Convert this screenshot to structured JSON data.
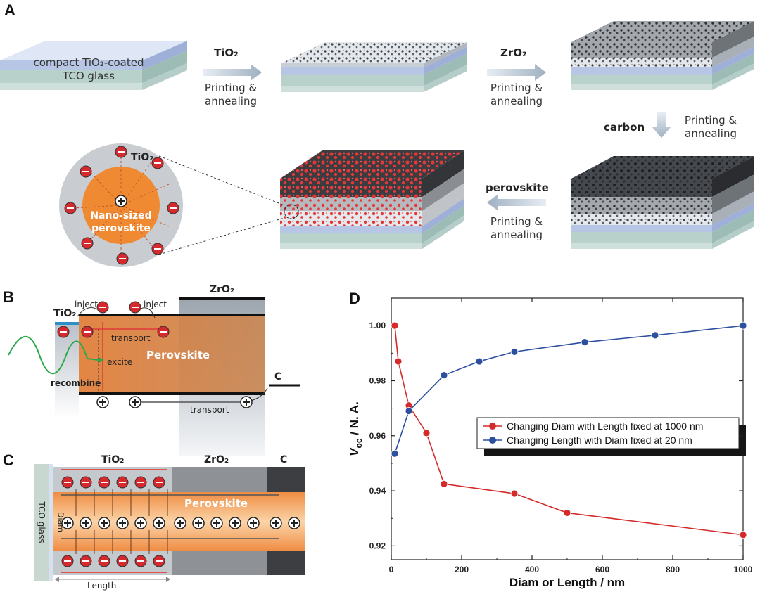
{
  "panel_a": {
    "letter": "A",
    "glass_label_line1": "compact TiO₂-coated",
    "glass_label_line2": "TCO glass",
    "step1_material": "TiO₂",
    "step1_process": [
      "Printing &",
      "annealing"
    ],
    "step2_material": "ZrO₂",
    "step2_process": [
      "Printing &",
      "annealing"
    ],
    "step3_material": "carbon",
    "step3_process": [
      "Printing &",
      "annealing"
    ],
    "step4_material": "perovskite",
    "step4_process": [
      "Printing &",
      "annealing"
    ],
    "inset_tio2": "TiO₂",
    "inset_core_line1": "Nano-sized",
    "inset_core_line2": "perovskite"
  },
  "panel_b": {
    "letter": "B",
    "tio2": "TiO₂",
    "zro2": "ZrO₂",
    "c": "C",
    "perovskite": "Perovskite",
    "inject_left": "inject",
    "inject_right": "inject",
    "transport_top": "transport",
    "excite": "excite",
    "recombine": "recombine",
    "transport_bottom": "transport"
  },
  "panel_c": {
    "letter": "C",
    "tio2": "TiO₂",
    "zro2": "ZrO₂",
    "c": "C",
    "perovskite": "Perovskite",
    "tco": "TCO glass",
    "diam": "Diam",
    "length": "Length"
  },
  "panel_d": {
    "letter": "D"
  },
  "chart_data": {
    "type": "line",
    "xlabel": "Diam or Length / nm",
    "ylabel_main": "V",
    "ylabel_sub": "oc",
    "ylabel_rest": " / N. A.",
    "xlim": [
      0,
      1000
    ],
    "ylim": [
      0.915,
      1.01
    ],
    "xticks": [
      0,
      200,
      400,
      600,
      800,
      1000
    ],
    "yticks": [
      0.92,
      0.94,
      0.96,
      0.98,
      1.0
    ],
    "ytick_labels": [
      "0.92",
      "0.94",
      "0.96",
      "0.98",
      "1.00"
    ],
    "legend_position": "center-right",
    "series": [
      {
        "name": "Changing Diam with Length fixed at 1000 nm",
        "color": "#d42a2a",
        "x": [
          10,
          20,
          50,
          100,
          150,
          350,
          500,
          1000
        ],
        "y": [
          1.0,
          0.987,
          0.971,
          0.961,
          0.9425,
          0.939,
          0.932,
          0.924
        ]
      },
      {
        "name": "Changing Length with Diam fixed at 20 nm",
        "color": "#2d4fa0",
        "x": [
          10,
          50,
          150,
          250,
          350,
          550,
          750,
          1000
        ],
        "y": [
          0.9535,
          0.969,
          0.982,
          0.987,
          0.9905,
          0.994,
          0.9965,
          1.0
        ]
      }
    ]
  }
}
